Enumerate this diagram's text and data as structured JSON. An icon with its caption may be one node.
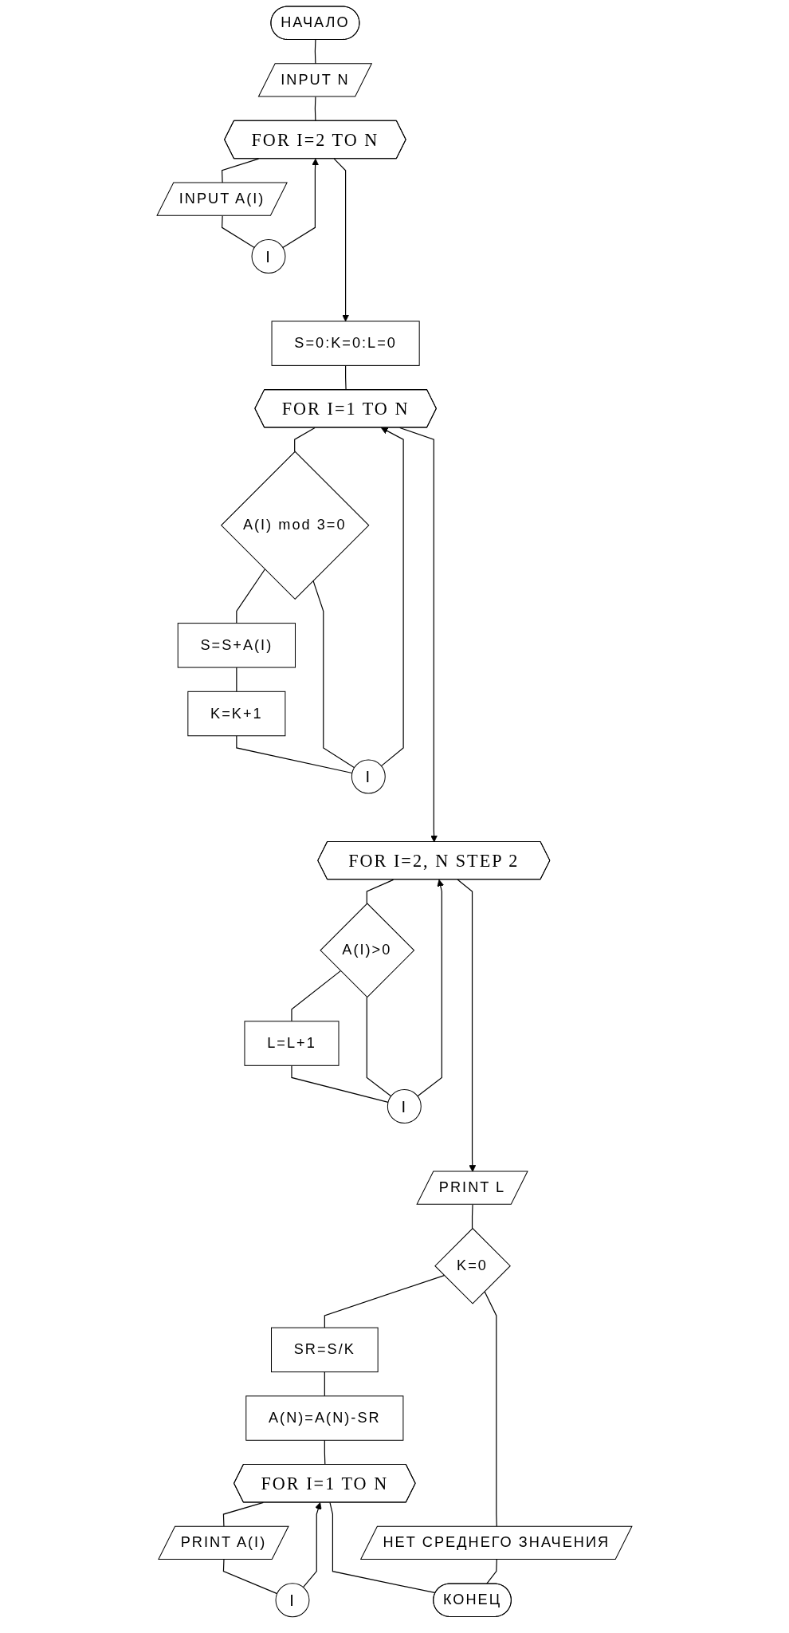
{
  "diagram": {
    "nodes": [
      {
        "text": [
          "НАЧАЛО"
        ]
      },
      {
        "text": [
          "INPUT N"
        ]
      },
      {
        "text": [
          "FOR I=2 TO N"
        ]
      },
      {
        "text": [
          "INPUT A(I)"
        ]
      },
      {
        "text": [
          "I"
        ]
      },
      {
        "text": [
          "S=0:K=0:L=0"
        ]
      },
      {
        "text": [
          "FOR I=1 TO N"
        ]
      },
      {
        "text": [
          "A(I) mod 3=0"
        ]
      },
      {
        "text": [
          "S=S+A(I)"
        ]
      },
      {
        "text": [
          "K=K+1"
        ]
      },
      {
        "text": [
          "I"
        ]
      },
      {
        "text": [
          "FOR I=2, N STEP 2"
        ]
      },
      {
        "text": [
          "A(I)>0"
        ]
      },
      {
        "text": [
          "L=L+1"
        ]
      },
      {
        "text": [
          "I"
        ]
      },
      {
        "text": [
          "PRINT L"
        ]
      },
      {
        "text": [
          "K=0"
        ]
      },
      {
        "text": [
          "SR=S/K"
        ]
      },
      {
        "text": [
          "A(N)=A(N)-SR"
        ]
      },
      {
        "text": [
          "НЕТ СРЕДНЕГО ЗНАЧЕНИЯ"
        ]
      },
      {
        "text": [
          "FOR I=1 TO N"
        ]
      },
      {
        "text": [
          "PRINT A(I)"
        ]
      },
      {
        "text": [
          "I"
        ]
      },
      {
        "text": [
          "КОНЕЦ"
        ]
      }
    ],
    "edges": [
      {
        "from": 0,
        "to": 1,
        "arrow": "none"
      },
      {
        "from": 1,
        "to": 2,
        "arrow": "none"
      },
      {
        "from": 2,
        "to": 3,
        "arrow": "none"
      },
      {
        "from": 3,
        "to": 4,
        "arrow": "none"
      },
      {
        "from": 4,
        "to": 2,
        "arrow": "to"
      },
      {
        "from": 2,
        "to": 5,
        "arrow": "to"
      },
      {
        "from": 5,
        "to": 6,
        "arrow": "none"
      },
      {
        "from": 6,
        "to": 7,
        "arrow": "none"
      },
      {
        "from": 7,
        "to": 8,
        "arrow": "none"
      },
      {
        "from": 8,
        "to": 9,
        "arrow": "none"
      },
      {
        "from": 9,
        "to": 10,
        "arrow": "none"
      },
      {
        "from": 7,
        "to": 10,
        "arrow": "none"
      },
      {
        "from": 10,
        "to": 6,
        "arrow": "to"
      },
      {
        "from": 6,
        "to": 11,
        "arrow": "to"
      },
      {
        "from": 11,
        "to": 12,
        "arrow": "none"
      },
      {
        "from": 12,
        "to": 13,
        "arrow": "none"
      },
      {
        "from": 13,
        "to": 14,
        "arrow": "none"
      },
      {
        "from": 12,
        "to": 14,
        "arrow": "none"
      },
      {
        "from": 14,
        "to": 11,
        "arrow": "to"
      },
      {
        "from": 11,
        "to": 15,
        "arrow": "to"
      },
      {
        "from": 15,
        "to": 16,
        "arrow": "none"
      },
      {
        "from": 16,
        "to": 17,
        "arrow": "none"
      },
      {
        "from": 16,
        "to": 19,
        "arrow": "none"
      },
      {
        "from": 17,
        "to": 18,
        "arrow": "none"
      },
      {
        "from": 18,
        "to": 20,
        "arrow": "none"
      },
      {
        "from": 20,
        "to": 21,
        "arrow": "none"
      },
      {
        "from": 21,
        "to": 22,
        "arrow": "none"
      },
      {
        "from": 22,
        "to": 20,
        "arrow": "to"
      },
      {
        "from": 20,
        "to": 23,
        "arrow": "none"
      },
      {
        "from": 19,
        "to": 23,
        "arrow": "none"
      }
    ]
  }
}
